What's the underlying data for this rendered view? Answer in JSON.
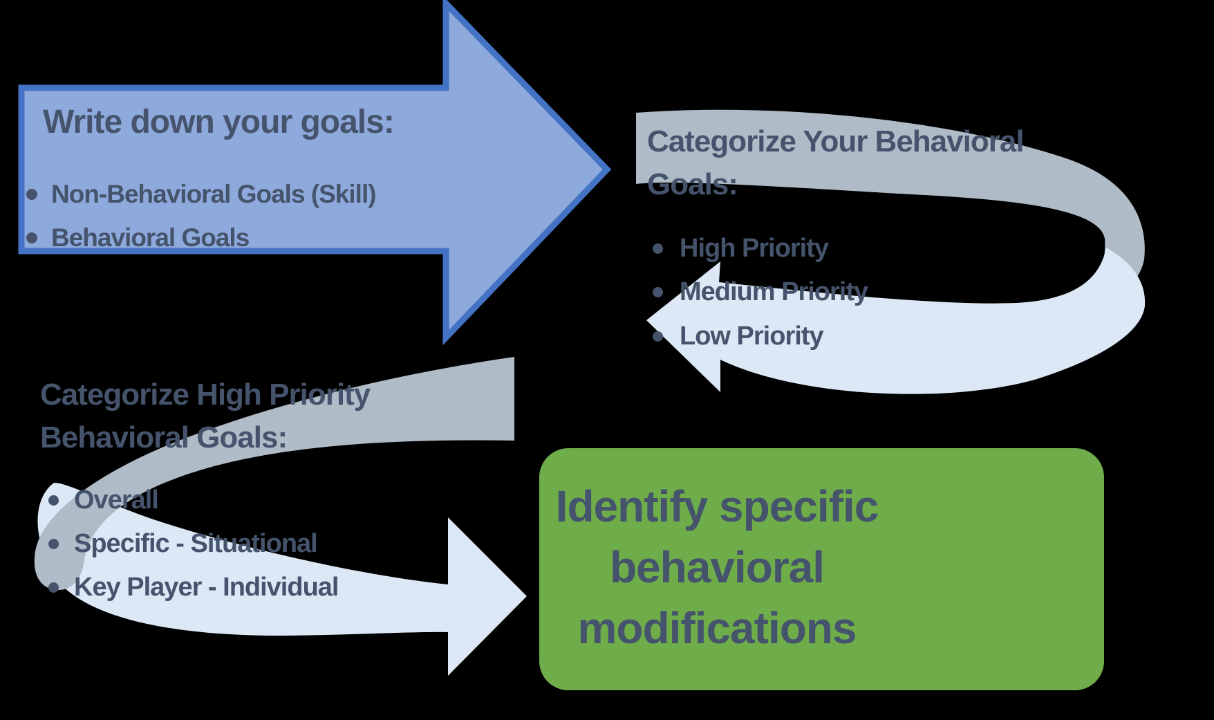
{
  "colors": {
    "background": "#000000",
    "arrow_fill": "#8EA9DB",
    "arrow_border": "#4472C4",
    "ribbon_back": "#AFBCC8",
    "ribbon_front": "#DCE8F5",
    "box_green": "#6FAD4A",
    "text": "#45546C"
  },
  "write_goals": {
    "title": "Write down your goals:",
    "bullets": [
      "Non-Behavioral Goals (Skill)",
      "Behavioral Goals"
    ]
  },
  "categorize_goals": {
    "title": "Categorize Your Behavioral\nGoals:",
    "bullets": [
      "High Priority",
      "Medium Priority",
      "Low Priority"
    ]
  },
  "high_priority_goals": {
    "title": "Categorize High Priority\nBehavioral Goals:",
    "bullets": [
      "Overall",
      "Specific - Situational",
      "Key Player - Individual"
    ]
  },
  "identify_box": {
    "label": "Identify specific\nbehavioral\nmodifications"
  }
}
